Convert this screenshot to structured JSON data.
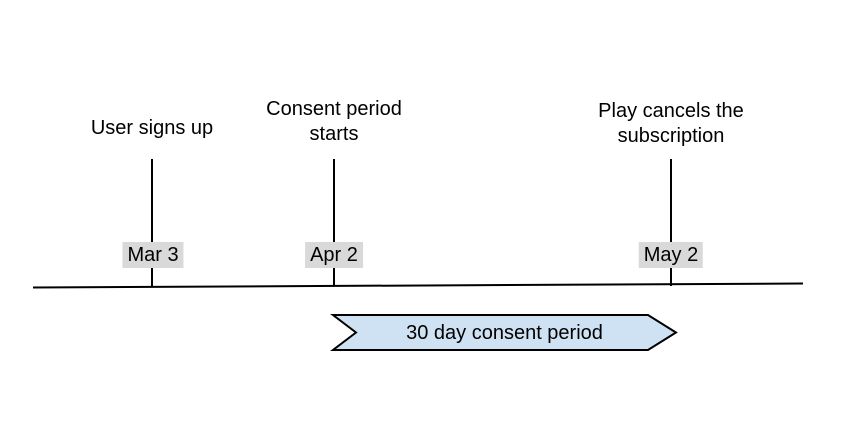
{
  "diagram": {
    "type": "timeline",
    "events": [
      {
        "title": "User signs up",
        "date": "Mar 3"
      },
      {
        "title": "Consent period\nstarts",
        "date": "Apr 2"
      },
      {
        "title": "Play cancels the\nsubscription",
        "date": "May 2"
      }
    ],
    "banner": {
      "label": "30 day consent period",
      "fill": "#cfe2f3",
      "border": "#000000"
    },
    "colors": {
      "date_label_bg": "#d9d9d9",
      "line": "#000000",
      "text": "#000000",
      "background": "#ffffff"
    }
  }
}
